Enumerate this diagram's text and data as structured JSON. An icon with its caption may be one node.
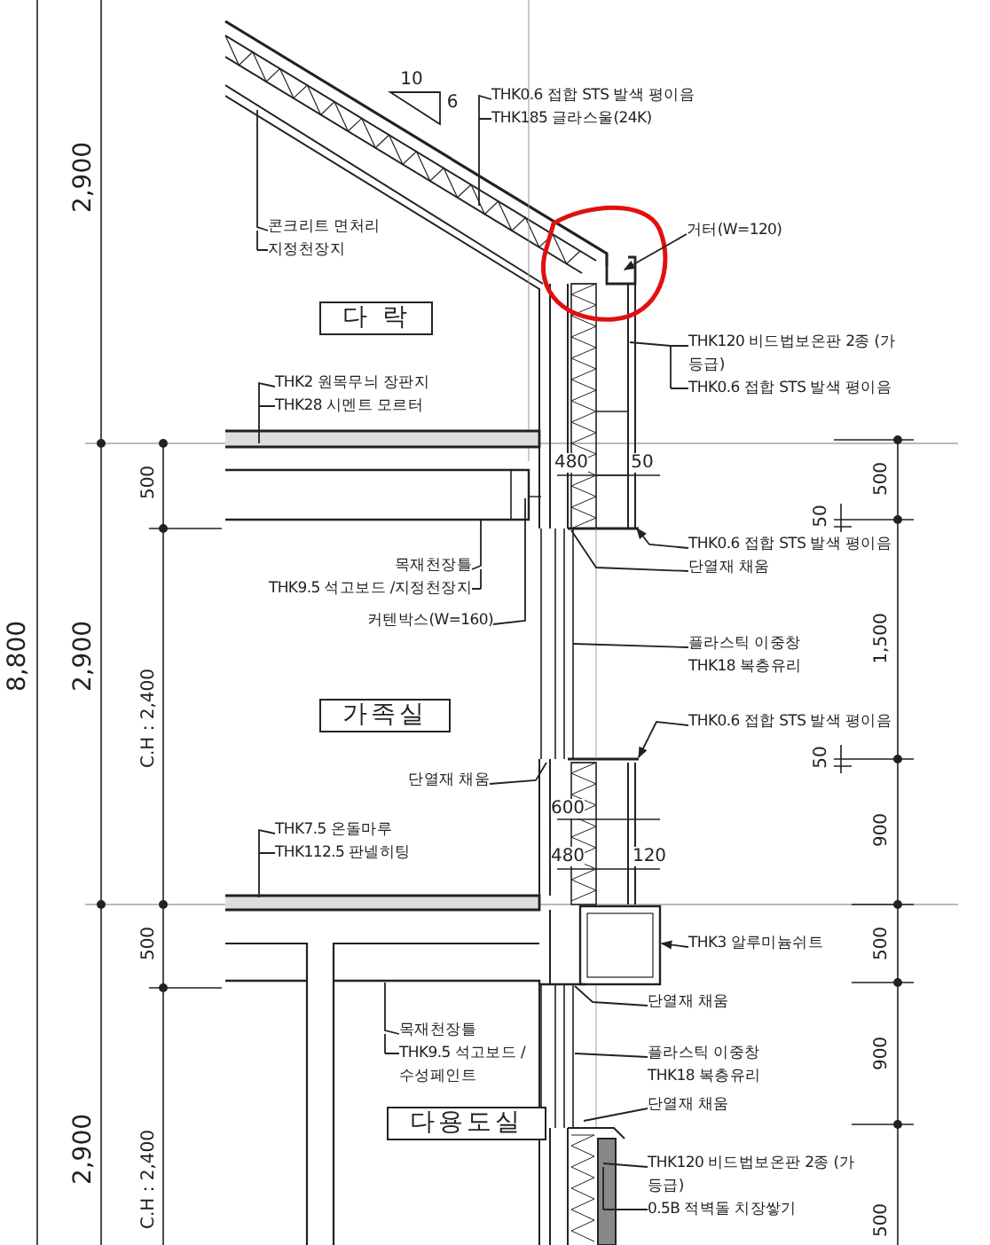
{
  "diagram": {
    "nodes": [
      {
        "text": [
          "다 락"
        ]
      },
      {
        "text": [
          "가족실"
        ]
      },
      {
        "text": [
          "다용도실"
        ]
      },
      {
        "text": [
          "THK0.6 접합 STS 발색 평이음",
          "THK185 글라스울(24K)"
        ]
      },
      {
        "text": [
          "콘크리트 면처리",
          "지정천장지"
        ]
      },
      {
        "text": [
          "거터(W=120)"
        ]
      },
      {
        "text": [
          "THK120 비드법보온판 2종 (가등급)",
          "THK0.6 접합 STS 발색 평이음"
        ]
      },
      {
        "text": [
          "THK2 원목무늬 장판지",
          "THK28 시멘트 모르터"
        ]
      },
      {
        "text": [
          "THK0.6 접합 STS 발색 평이음"
        ]
      },
      {
        "text": [
          "단열재 채움"
        ]
      },
      {
        "text": [
          "목재천장틀",
          "THK9.5 석고보드 /지정천장지"
        ]
      },
      {
        "text": [
          "커텐박스(W=160)"
        ]
      },
      {
        "text": [
          "플라스틱 이중창",
          "THK18 복층유리"
        ]
      },
      {
        "text": [
          "THK0.6 접합 STS 발색 평이음"
        ]
      },
      {
        "text": [
          "단열재 채움"
        ]
      },
      {
        "text": [
          "THK7.5 온돌마루",
          "THK112.5 판넬히팅"
        ]
      },
      {
        "text": [
          "THK3 알루미늄쉬트"
        ]
      },
      {
        "text": [
          "단열재 채움"
        ]
      },
      {
        "text": [
          "플라스틱 이중창",
          "THK18 복층유리"
        ]
      },
      {
        "text": [
          "단열재 채움"
        ]
      },
      {
        "text": [
          "THK120 비드법보온판 2종 (가등급)",
          "0.5B 적벽돌 치장쌓기"
        ]
      },
      {
        "text": [
          "목재천장틀",
          "THK9.5 석고보드 /수성페인트"
        ]
      }
    ],
    "edges": [
      {
        "from": 3,
        "to": null,
        "arrow": "none"
      },
      {
        "from": 4,
        "to": null,
        "arrow": "none"
      },
      {
        "from": 5,
        "to": null,
        "arrow": "to"
      },
      {
        "from": 6,
        "to": null,
        "arrow": "none"
      },
      {
        "from": 7,
        "to": null,
        "arrow": "none"
      },
      {
        "from": 8,
        "to": null,
        "arrow": "to"
      },
      {
        "from": 9,
        "to": null,
        "arrow": "none"
      },
      {
        "from": 10,
        "to": null,
        "arrow": "none"
      },
      {
        "from": 11,
        "to": null,
        "arrow": "none"
      },
      {
        "from": 12,
        "to": null,
        "arrow": "none"
      },
      {
        "from": 13,
        "to": null,
        "arrow": "to"
      },
      {
        "from": 14,
        "to": null,
        "arrow": "none"
      },
      {
        "from": 15,
        "to": null,
        "arrow": "none"
      },
      {
        "from": 16,
        "to": null,
        "arrow": "to"
      },
      {
        "from": 17,
        "to": null,
        "arrow": "none"
      },
      {
        "from": 18,
        "to": null,
        "arrow": "none"
      },
      {
        "from": 19,
        "to": null,
        "arrow": "none"
      },
      {
        "from": 20,
        "to": null,
        "arrow": "none"
      },
      {
        "from": 21,
        "to": null,
        "arrow": "none"
      }
    ],
    "labels": [
      "10",
      "6",
      "2,900",
      "500",
      "480",
      "50",
      "500",
      "50",
      "8,800",
      "2,900",
      "1,500",
      "C.H : 2,400",
      "50",
      "900",
      "600",
      "480",
      "120",
      "500",
      "500",
      "2,900",
      "900",
      "C.H : 2,400",
      "500"
    ]
  }
}
